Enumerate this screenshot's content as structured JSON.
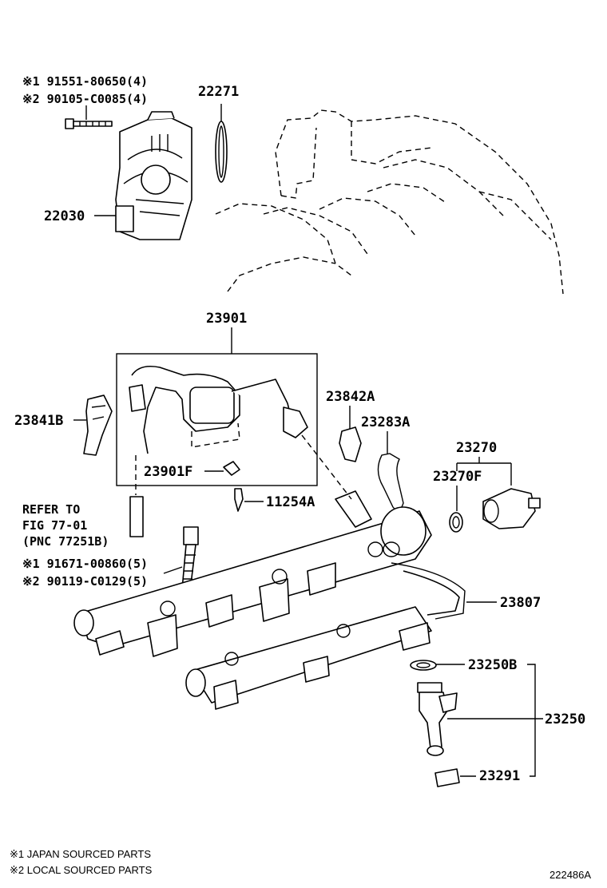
{
  "parts": {
    "bolt_tb_line1": "※1 91551-80650(4)",
    "bolt_tb_line2": "※2 90105-C0085(4)",
    "gasket": "22271",
    "throttle_body": "22030",
    "fuel_rail_sub": "23901",
    "clamp_23841b": "23841B",
    "clip_23842a": "23842A",
    "wire_23283a": "23283A",
    "pressure_reg": "23270",
    "reg_oring": "23270F",
    "pulsation": "23901F",
    "stud_bolt": "11254A",
    "refer_line1": "REFER TO",
    "refer_line2": "FIG 77-01",
    "refer_line3": "(PNC 77251B)",
    "bolt_rail_line1": "※1 91671-00860(5)",
    "bolt_rail_line2": "※2 90119-C0129(5)",
    "fuel_pipe": "23807",
    "insulator": "23250B",
    "injector": "23250",
    "injector_cushion": "23291"
  },
  "footnotes": {
    "note1": "※1 JAPAN SOURCED PARTS",
    "note2": "※2 LOCAL SOURCED PARTS"
  },
  "diagram_id": "222486A"
}
